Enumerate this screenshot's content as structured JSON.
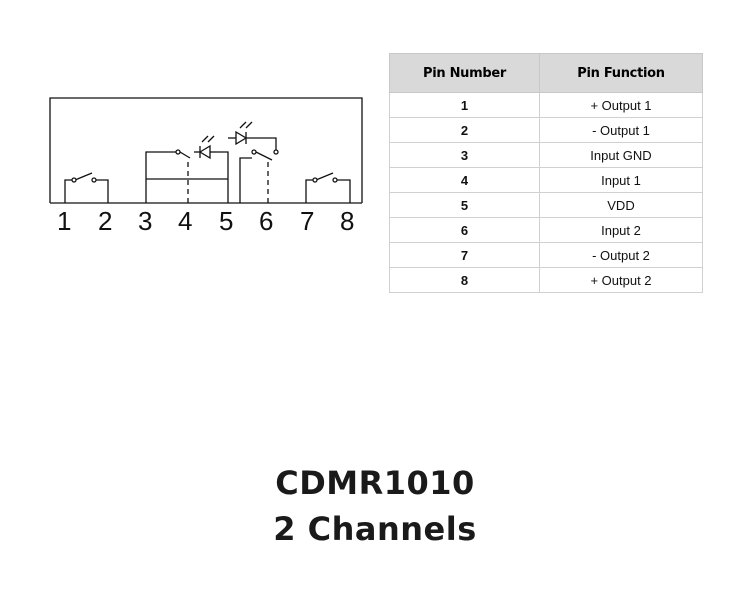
{
  "diagram": {
    "pins": [
      "1",
      "2",
      "3",
      "4",
      "5",
      "6",
      "7",
      "8"
    ]
  },
  "table": {
    "headers": [
      "Pin Number",
      "Pin Function"
    ],
    "rows": [
      {
        "pin": "1",
        "function": "+ Output 1"
      },
      {
        "pin": "2",
        "function": "- Output 1"
      },
      {
        "pin": "3",
        "function": "Input GND"
      },
      {
        "pin": "4",
        "function": "Input 1"
      },
      {
        "pin": "5",
        "function": "VDD"
      },
      {
        "pin": "6",
        "function": "Input 2"
      },
      {
        "pin": "7",
        "function": "- Output 2"
      },
      {
        "pin": "8",
        "function": "+ Output 2"
      }
    ]
  },
  "caption": {
    "model": "CDMR1010",
    "channels": "2 Channels"
  }
}
